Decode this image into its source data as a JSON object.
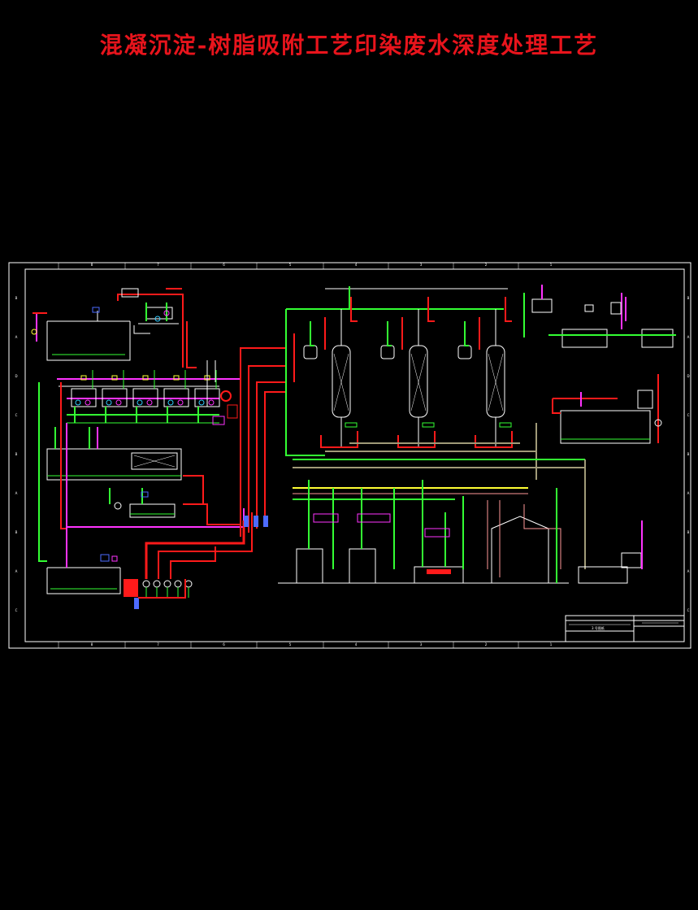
{
  "title": "混凝沉淀-树脂吸附工艺印染废水深度处理工艺",
  "colors": {
    "title": "#e8141c",
    "frame": "#ffffff",
    "pipe_red": "#ff1a1a",
    "pipe_green": "#33ff33",
    "pipe_magenta": "#ff33ff",
    "pipe_white": "#ffffff",
    "pipe_yellow": "#ffff33",
    "pipe_olive": "#a09a78",
    "pipe_pink": "#ff9999",
    "pipe_blue": "#4d6bff",
    "pipe_cyan": "#33ccff"
  },
  "frame": {
    "col_marks": [
      "8",
      "7",
      "6",
      "5",
      "4",
      "3",
      "2",
      "1"
    ],
    "row_marks": [
      "B",
      "A",
      "D",
      "C",
      "B",
      "A",
      "B",
      "A",
      "C"
    ]
  },
  "title_block": {
    "label": "3 号图纸"
  }
}
